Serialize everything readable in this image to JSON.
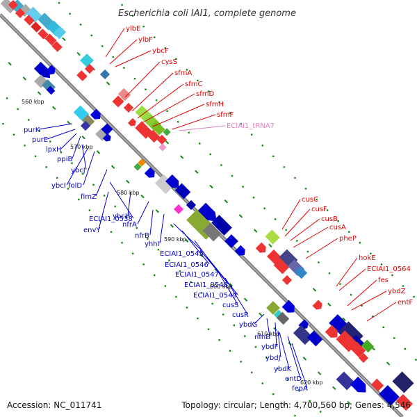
{
  "title": "Escherichia coli IAI1, complete genome",
  "footer": {
    "accession": "Accession: NC_011741",
    "summary": "Topology: circular; Length: 4,700,560 bp; Genes: 4,546"
  },
  "colors": {
    "forward": "#e00000",
    "reverse": "#0000cc",
    "trna": "#e080c0",
    "backbone": "#777777",
    "tick": "#118811"
  },
  "kbp_marks": [
    "560 kbp",
    "570 kbp",
    "580 kbp",
    "590 kbp",
    "600 kbp",
    "610 kbp",
    "620 kbp"
  ],
  "labels_right": [
    "ylbE",
    "ylbF",
    "ybcF",
    "cysS",
    "sfmA",
    "sfmC",
    "sfmD",
    "sfmH",
    "sfmF",
    "ECIAI1_tRNA7",
    "cusC",
    "cusF",
    "cusB",
    "cusA",
    "pheP",
    "hokE",
    "ECIAI1_0564",
    "fes",
    "ybdZ",
    "entF"
  ],
  "labels_left": [
    "purK",
    "purE",
    "lpxH",
    "ppiB",
    "ybcJ",
    "ybcI",
    "folD",
    "fimZ",
    "ECIAI1_0538",
    "ybcH",
    "envY",
    "nfrA",
    "nfrB",
    "yhhI",
    "ECIAI1_0545",
    "ECIAI1_0546",
    "ECIAI1_0547",
    "ECIAI1_0548",
    "ECIAI1_0549",
    "cusS",
    "cusR",
    "ybdG",
    "nfnB",
    "ybdF",
    "ybdJ",
    "ybdK",
    "entD",
    "fepA"
  ]
}
